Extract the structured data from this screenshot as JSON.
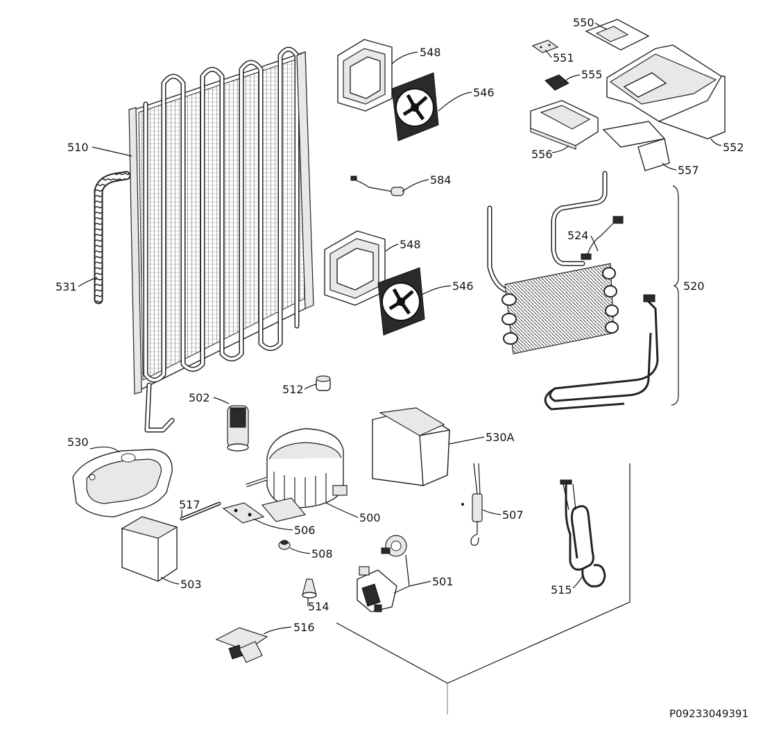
{
  "diagram": {
    "labels": {
      "l510": "510",
      "l531": "531",
      "l548a": "548",
      "l546a": "546",
      "l584": "584",
      "l548b": "548",
      "l546b": "546",
      "l550": "550",
      "l551": "551",
      "l555": "555",
      "l552": "552",
      "l556": "556",
      "l557": "557",
      "l524": "524",
      "l520": "520",
      "l512": "512",
      "l502": "502",
      "l530": "530",
      "l530A": "530A",
      "l517": "517",
      "l506": "506",
      "l500": "500",
      "l508": "508",
      "l503": "503",
      "l507": "507",
      "l501": "501",
      "l514": "514",
      "l516": "516",
      "l515": "515"
    },
    "drawing_code": "P09233049391"
  }
}
